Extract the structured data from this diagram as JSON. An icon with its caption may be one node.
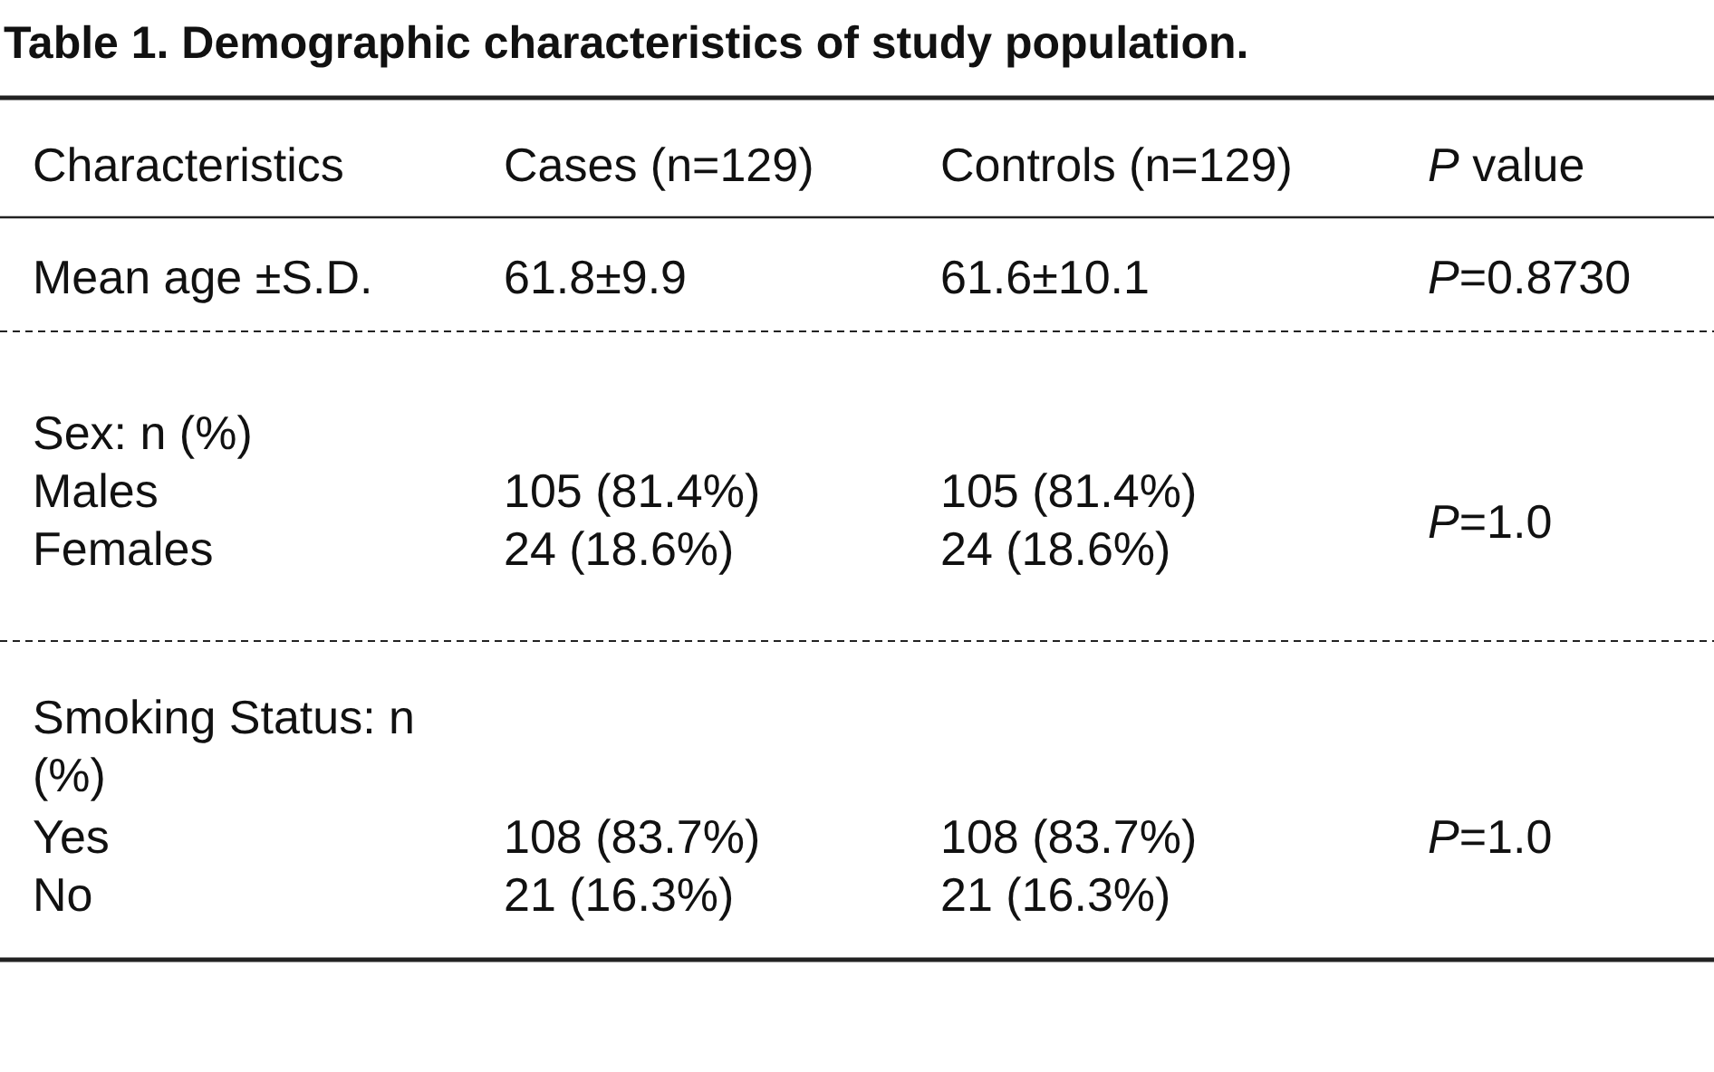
{
  "diagram": {
    "title": "Table 1. Demographic characteristics of study population.",
    "labels": [
      "Characteristics",
      "Cases (n=129)",
      "Controls (n=129)",
      "*P* value",
      "Mean age ±S.D.",
      "61.8±9.9",
      "61.6±10.1",
      "*P*=0.8730",
      "Sex: n (%)",
      "Males",
      "105 (81.4%)",
      "105 (81.4%)",
      "Females",
      "24 (18.6%)",
      "24 (18.6%)",
      "*P*=1.0",
      "Smoking Status: n (%)",
      "Yes",
      "108 (83.7%)",
      "108 (83.7%)",
      "No",
      "21 (16.3%)",
      "21 (16.3%)",
      "*P*=1.0"
    ]
  }
}
